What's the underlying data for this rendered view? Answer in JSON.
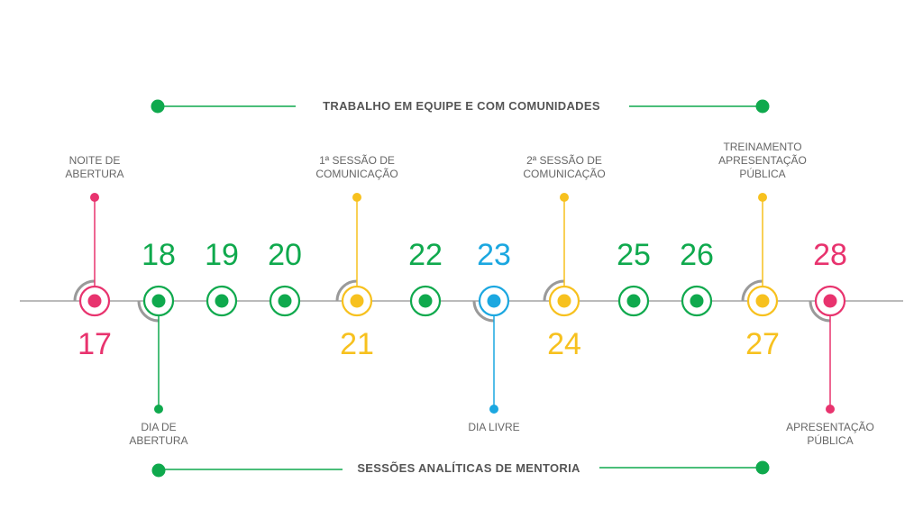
{
  "colors": {
    "pink": "#e8336e",
    "green": "#0fa94d",
    "yellow": "#f7c11e",
    "blue": "#1ba7e0",
    "line": "#bbbbbb",
    "text": "#555555"
  },
  "banners": {
    "top": "TRABALHO EM EQUIPE E COM COMUNIDADES",
    "bottom": "SESSÕES ANALÍTICAS DE MENTORIA"
  },
  "days": [
    {
      "day": "17",
      "color": "pink",
      "num_pos": "below",
      "label": [
        "NOITE DE",
        "ABERTURA"
      ],
      "label_pos": "above",
      "arc": "upper-left"
    },
    {
      "day": "18",
      "color": "green",
      "num_pos": "above",
      "label": [
        "DIA DE",
        "ABERTURA"
      ],
      "label_pos": "below",
      "arc": "lower-left"
    },
    {
      "day": "19",
      "color": "green",
      "num_pos": "above",
      "label": [],
      "label_pos": "",
      "arc": ""
    },
    {
      "day": "20",
      "color": "green",
      "num_pos": "above",
      "label": [],
      "label_pos": "",
      "arc": ""
    },
    {
      "day": "21",
      "color": "yellow",
      "num_pos": "below",
      "label": [
        "1ª SESSÃO DE",
        "COMUNICAÇÃO"
      ],
      "label_pos": "above",
      "arc": "upper-left"
    },
    {
      "day": "22",
      "color": "green",
      "num_pos": "above",
      "label": [],
      "label_pos": "",
      "arc": ""
    },
    {
      "day": "23",
      "color": "blue",
      "num_pos": "above",
      "label": [
        "DIA LIVRE"
      ],
      "label_pos": "below",
      "arc": "lower-left"
    },
    {
      "day": "24",
      "color": "yellow",
      "num_pos": "below",
      "label": [
        "2ª SESSÃO DE",
        "COMUNICAÇÃO"
      ],
      "label_pos": "above",
      "arc": "upper-left"
    },
    {
      "day": "25",
      "color": "green",
      "num_pos": "above",
      "label": [],
      "label_pos": "",
      "arc": ""
    },
    {
      "day": "26",
      "color": "green",
      "num_pos": "above",
      "label": [],
      "label_pos": "",
      "arc": ""
    },
    {
      "day": "27",
      "color": "yellow",
      "num_pos": "below",
      "label": [
        "TREINAMENTO",
        "APRESENTAÇÃO",
        "PÚBLICA"
      ],
      "label_pos": "above",
      "arc": "upper-left"
    },
    {
      "day": "28",
      "color": "pink",
      "num_pos": "above",
      "label": [
        "APRESENTAÇÃO",
        "PÚBLICA"
      ],
      "label_pos": "below",
      "arc": "lower-left"
    }
  ]
}
